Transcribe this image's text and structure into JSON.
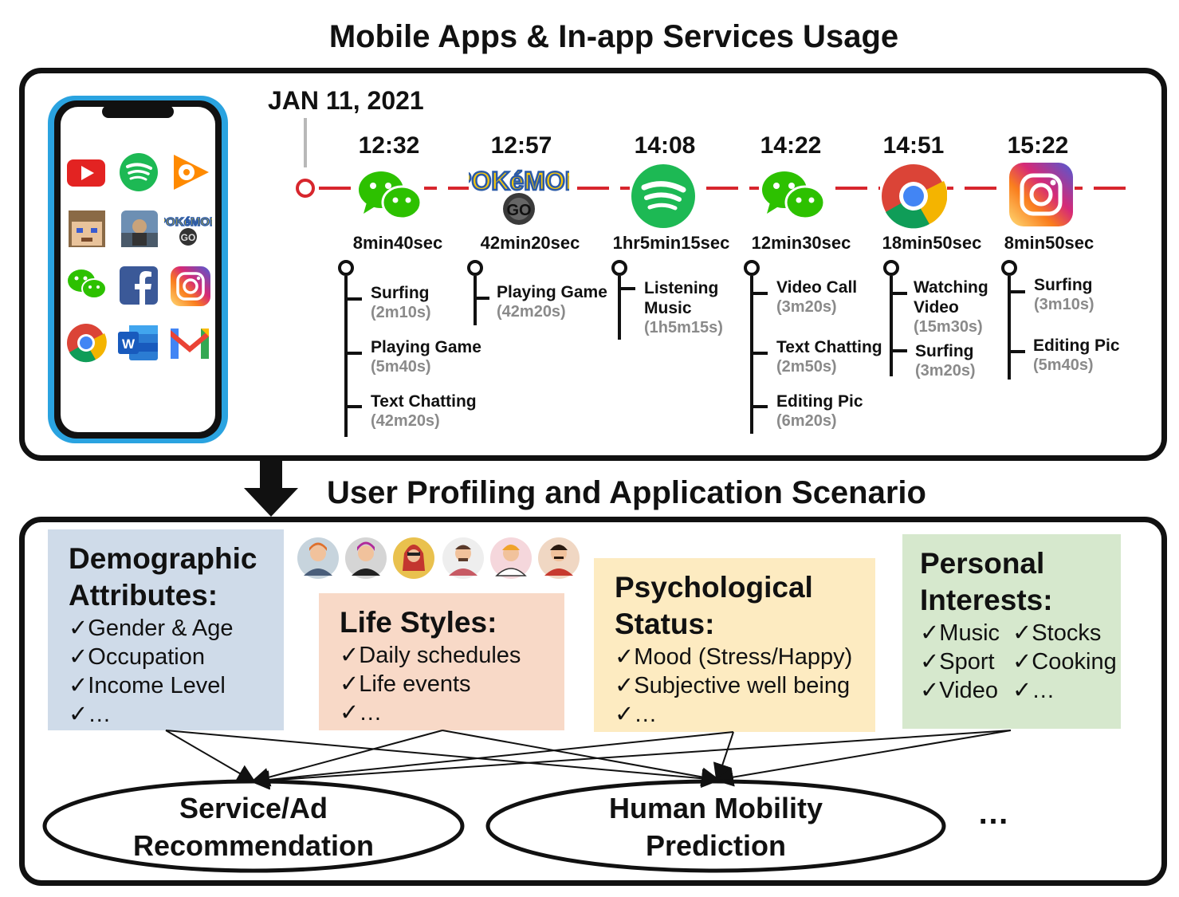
{
  "top_title": "Mobile Apps & In-app Services Usage",
  "date": "JAN 11, 2021",
  "phone_apps": [
    "youtube-icon",
    "spotify-icon",
    "google-play-music-icon",
    "minecraft-icon",
    "pubg-icon",
    "pokemon-go-icon",
    "wechat-icon",
    "facebook-icon",
    "instagram-icon",
    "chrome-icon",
    "word-icon",
    "gmail-icon"
  ],
  "sessions": [
    {
      "time": "12:32",
      "app_icon": "wechat-icon",
      "duration": "8min40sec",
      "services": [
        {
          "label": "Surfing",
          "dur": "(2m10s)"
        },
        {
          "label": "Playing Game",
          "dur": "(5m40s)"
        },
        {
          "label": "Text Chatting",
          "dur": "(42m20s)"
        }
      ]
    },
    {
      "time": "12:57",
      "app_icon": "pokemon-go-icon",
      "duration": "42min20sec",
      "services": [
        {
          "label": "Playing Game",
          "dur": "(42m20s)"
        }
      ]
    },
    {
      "time": "14:08",
      "app_icon": "spotify-icon",
      "duration": "1hr5min15sec",
      "services": [
        {
          "label": "Listening",
          "label2": "Music",
          "dur": "(1h5m15s)"
        }
      ]
    },
    {
      "time": "14:22",
      "app_icon": "wechat-icon",
      "duration": "12min30sec",
      "services": [
        {
          "label": "Video Call",
          "dur": "(3m20s)"
        },
        {
          "label": "Text Chatting",
          "dur": "(2m50s)"
        },
        {
          "label": "Editing Pic",
          "dur": "(6m20s)"
        }
      ]
    },
    {
      "time": "14:51",
      "app_icon": "chrome-icon",
      "duration": "18min50sec",
      "services": [
        {
          "label": "Watching",
          "label2": "Video",
          "dur": "(15m30s)"
        },
        {
          "label": "Surfing",
          "dur": "(3m20s)"
        }
      ]
    },
    {
      "time": "15:22",
      "app_icon": "instagram-icon",
      "duration": "8min50sec",
      "services": [
        {
          "label": "Surfing",
          "dur": "(3m10s)"
        },
        {
          "label": "Editing Pic",
          "dur": "(5m40s)"
        }
      ]
    }
  ],
  "bottom_title": "User Profiling and  Application Scenario",
  "cards": {
    "demographic": {
      "title1": "Demographic",
      "title2": "Attributes:",
      "items": [
        "✓Gender & Age",
        "✓Occupation",
        "✓Income Level",
        "✓…"
      ],
      "color": "#cfdbe9"
    },
    "lifestyle": {
      "title1": "Life Styles:",
      "items": [
        "✓Daily schedules",
        "✓Life events",
        "✓…"
      ],
      "color": "#f8d9c7"
    },
    "psychological": {
      "title1": "Psychological",
      "title2": "Status:",
      "items": [
        "✓Mood (Stress/Happy)",
        "✓Subjective well being",
        "✓…"
      ],
      "color": "#fdebc1"
    },
    "interests": {
      "title1": "Personal",
      "title2": "Interests:",
      "items_left": [
        "✓Music",
        "✓Sport",
        "✓Video"
      ],
      "items_right": [
        "✓Stocks",
        "✓Cooking",
        "✓…"
      ],
      "color": "#d6e8cd"
    }
  },
  "scenarios": {
    "service": {
      "line1": "Service/Ad",
      "line2": "Recommendation"
    },
    "mobility": {
      "line1": "Human Mobility",
      "line2": "Prediction"
    },
    "more": "…"
  },
  "colors": {
    "timeline": "#d7262d",
    "border": "#111111"
  }
}
